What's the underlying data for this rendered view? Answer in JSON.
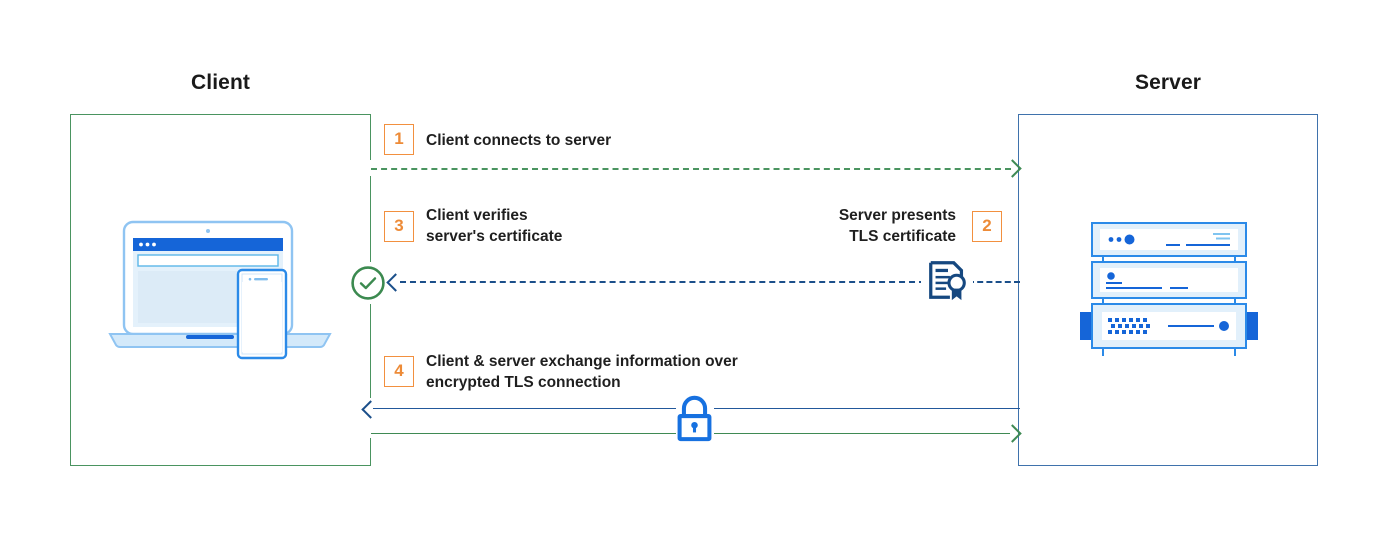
{
  "diagram": {
    "title_hidden": "TLS handshake between client and server",
    "endpoints": {
      "client": {
        "label": "Client",
        "border_color": "#4a9460"
      },
      "server": {
        "label": "Server",
        "border_color": "#3f72ac"
      }
    },
    "palette": {
      "orange": "#ed8b38",
      "green": "#4a9460",
      "navy": "#1b4f8a",
      "blue": "#1a73e8",
      "text": "#1f1f1f"
    },
    "steps": [
      {
        "number": "1",
        "caption": "Client connects to server",
        "align": "left",
        "line_style": "dashed",
        "line_color": "#4a9460",
        "direction": "client-to-server"
      },
      {
        "number": "2",
        "caption": "Server presents\nTLS certificate",
        "align": "right",
        "line_style": "dashed",
        "line_color": "#1b4f8a",
        "direction": "server-to-client",
        "icon": "certificate-icon"
      },
      {
        "number": "3",
        "caption": "Client verifies\nserver's certificate",
        "align": "left",
        "icon": "check-circle-icon"
      },
      {
        "number": "4",
        "caption": "Client & server exchange information over\nencrypted TLS connection",
        "align": "left",
        "line_style": "solid",
        "line_color_inbound": "#22589b",
        "line_color_outbound": "#3f8a54",
        "direction": "bidirectional",
        "icon": "padlock-icon"
      }
    ],
    "artwork": {
      "client_devices": "laptop-and-phone-illustration",
      "server_stack": "server-rack-illustration"
    }
  }
}
